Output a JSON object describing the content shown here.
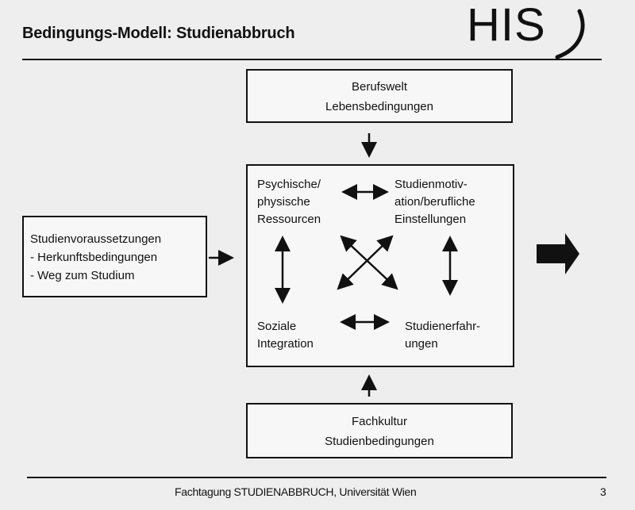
{
  "header": {
    "title": "Bedingungs-Modell: Studienabbruch",
    "logo_text": "HIS"
  },
  "boxes": {
    "top": {
      "line1": "Berufswelt",
      "line2": "Lebensbedingungen"
    },
    "left": {
      "line1": "Studienvoraussetzungen",
      "line2": "- Herkunftsbedingungen",
      "line3": "- Weg zum Studium"
    },
    "bottom": {
      "line1": "Fachkultur",
      "line2": "Studienbedingungen"
    }
  },
  "center": {
    "top_left": {
      "line1": "Psychische/",
      "line2": "physische",
      "line3": "Ressourcen"
    },
    "top_right": {
      "line1": "Studienmotiv-",
      "line2": "ation/berufliche",
      "line3": "Einstellungen"
    },
    "bottom_left": {
      "line1": "Soziale",
      "line2": "Integration"
    },
    "bottom_right": {
      "line1": "Studienerfahr-",
      "line2": "ungen"
    }
  },
  "footer": {
    "text": "Fachtagung STUDIENABBRUCH, Universität Wien",
    "page_number": "3"
  }
}
